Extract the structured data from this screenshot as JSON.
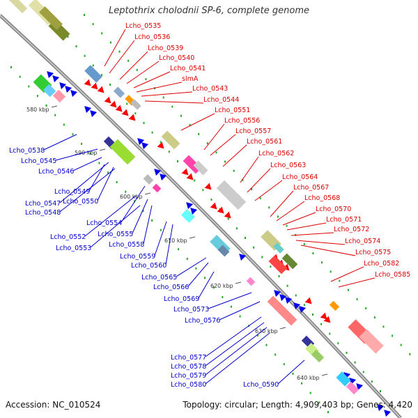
{
  "title": "Leptothrix cholodnii SP-6, complete genome",
  "footer": {
    "accession": "Accession: NC_010524",
    "topology": "Topology: circular; Length: 4,909,403 bp; Genes: 4,420"
  },
  "colors": {
    "backbone": "#8a8a8a",
    "forward_label": "#dd0000",
    "reverse_label": "#0000cc",
    "tick": "#22aa22",
    "forward_gene": "#ff0000",
    "reverse_gene": "#0000ee"
  },
  "ticks": [
    "580 kbp",
    "590 kbp",
    "600 kbp",
    "610 kbp",
    "620 kbp",
    "630 kbp",
    "640 kbp"
  ],
  "forward_labels": [
    "Lcho_0535",
    "Lcho_0536",
    "Lcho_0539",
    "Lcho_0540",
    "Lcho_0541",
    "slmA",
    "Lcho_0543",
    "Lcho_0544",
    "Lcho_0551",
    "Lcho_0556",
    "Lcho_0557",
    "Lcho_0561",
    "Lcho_0562",
    "Lcho_0563",
    "Lcho_0564",
    "Lcho_0567",
    "Lcho_0568",
    "Lcho_0570",
    "Lcho_0571",
    "Lcho_0572",
    "Lcho_0574",
    "Lcho_0575",
    "Lcho_0582",
    "Lcho_0585"
  ],
  "reverse_labels": [
    "Lcho_0538",
    "Lcho_0545",
    "Lcho_0546",
    "Lcho_0549",
    "Lcho_0547",
    "Lcho_0550",
    "Lcho_0548",
    "Lcho_0554",
    "Lcho_0552",
    "Lcho_0555",
    "Lcho_0553",
    "Lcho_0558",
    "Lcho_0559",
    "Lcho_0560",
    "Lcho_0565",
    "Lcho_0566",
    "Lcho_0569",
    "Lcho_0573",
    "Lcho_0576",
    "Lcho_0577",
    "Lcho_0578",
    "Lcho_0579",
    "Lcho_0580",
    "Lcho_0590"
  ]
}
